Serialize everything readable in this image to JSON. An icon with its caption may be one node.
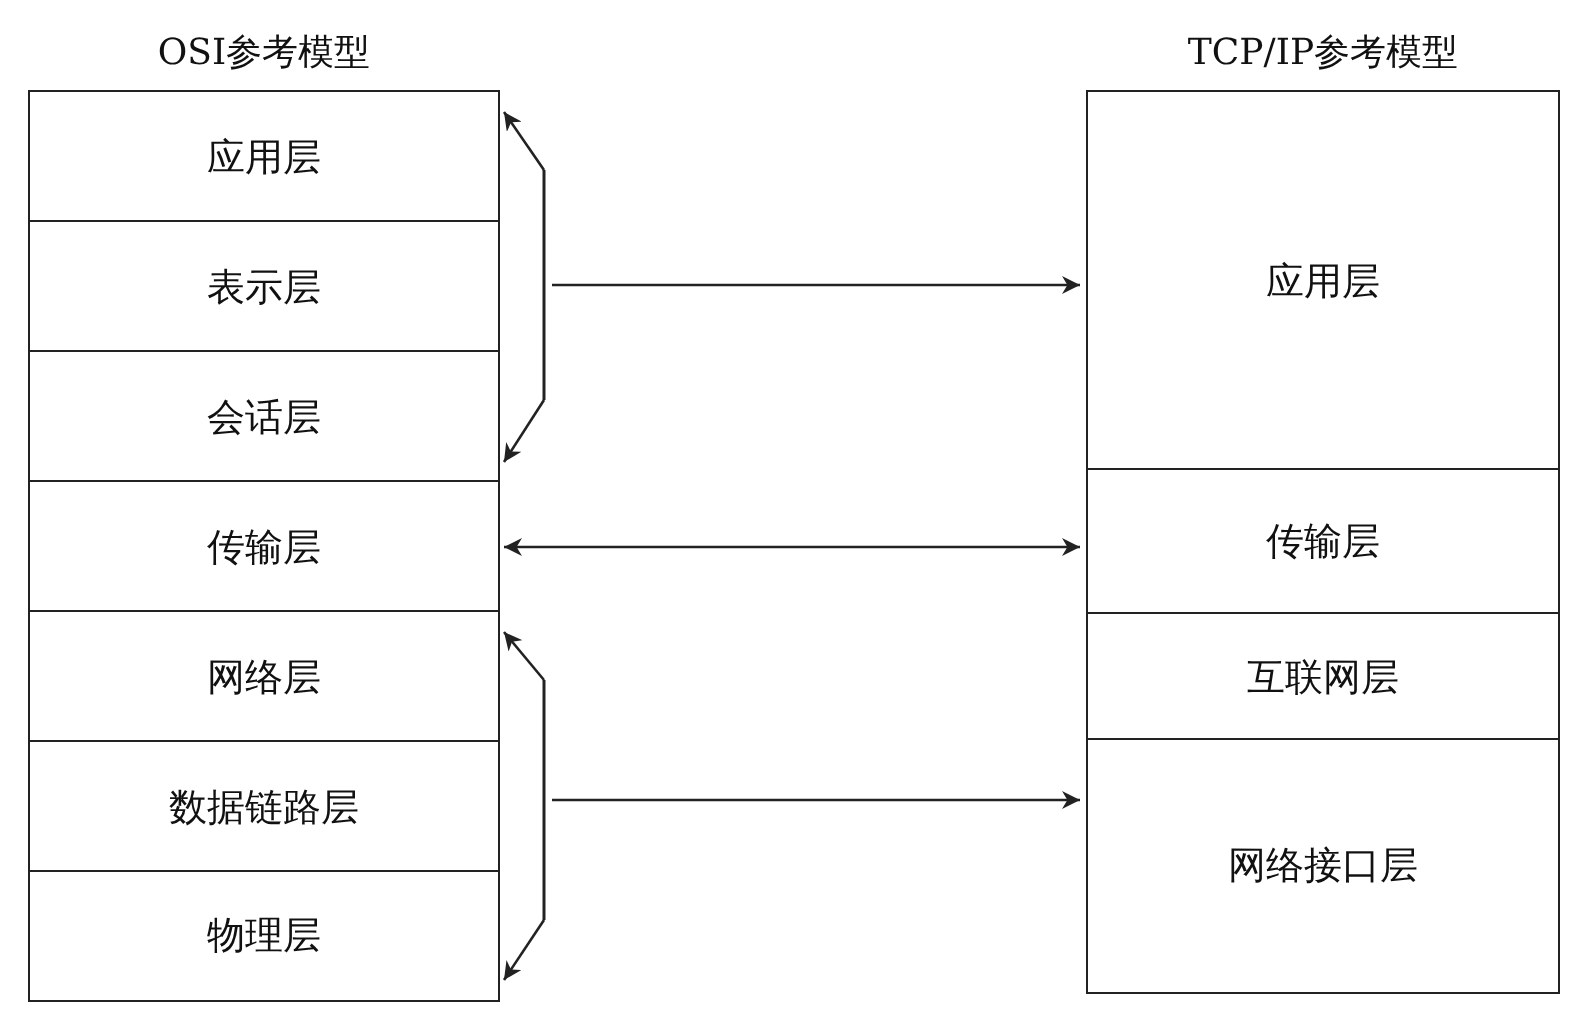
{
  "diagram": {
    "nodes": [
      {
        "text": [
          "应用层"
        ],
        "beside": [
          "OSI参考模型"
        ]
      },
      {
        "text": [
          "表示层"
        ]
      },
      {
        "text": [
          "会话层"
        ]
      },
      {
        "text": [
          "传输层"
        ]
      },
      {
        "text": [
          "网络层"
        ]
      },
      {
        "text": [
          "数据链路层"
        ]
      },
      {
        "text": [
          "物理层"
        ]
      },
      {
        "text": [
          "应用层"
        ],
        "beside": [
          "TCP/IP参考模型"
        ]
      },
      {
        "text": [
          "传输层"
        ]
      },
      {
        "text": [
          "互联网层"
        ]
      },
      {
        "text": [
          "网络接口层"
        ]
      },
      {
        "text": [],
        "shape": "bracket"
      },
      {
        "text": [],
        "shape": "bracket"
      }
    ],
    "edges": [
      {
        "from": 11,
        "to": 0,
        "arrow": "to"
      },
      {
        "from": 11,
        "to": 2,
        "arrow": "to"
      },
      {
        "from": 11,
        "to": 7,
        "arrow": "to"
      },
      {
        "from": 3,
        "to": 8,
        "arrow": "both"
      },
      {
        "from": 12,
        "to": 4,
        "arrow": "to"
      },
      {
        "from": 12,
        "to": 6,
        "arrow": "to"
      },
      {
        "from": 12,
        "to": 10,
        "arrow": "to"
      }
    ],
    "labels": []
  }
}
